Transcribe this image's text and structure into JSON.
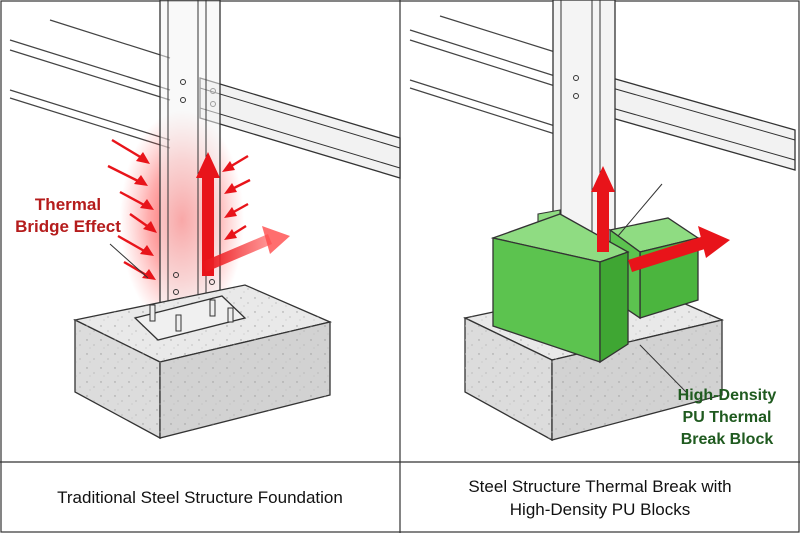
{
  "left_panel": {
    "label": [
      "Thermal",
      "Bridge Effect"
    ],
    "caption": "Traditional Steel Structure Foundation"
  },
  "right_panel": {
    "label": [
      "High-Density",
      "PU Thermal",
      "Break Block"
    ],
    "caption": [
      "Steel Structure Thermal Break with",
      "High-Density PU Blocks"
    ]
  },
  "colors": {
    "heat_red": "#e8141a",
    "pu_green": "#5cc34f",
    "label_red": "#b51c1c",
    "label_green": "#1f5a1f"
  }
}
